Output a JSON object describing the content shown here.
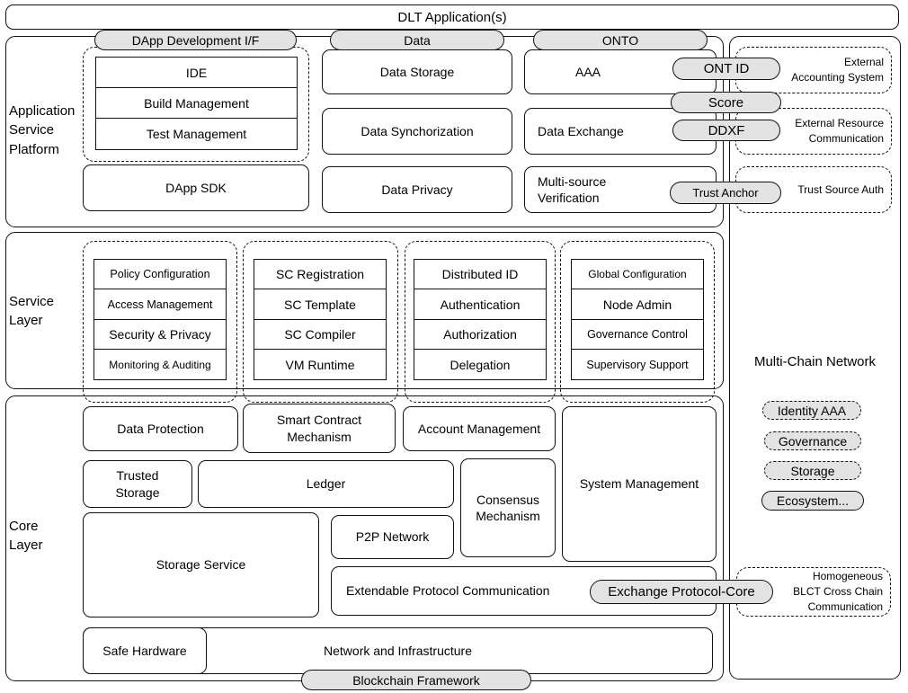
{
  "banner": {
    "title": "DLT Application(s)"
  },
  "tabs": {
    "dapp": "DApp Development I/F",
    "data": "Data",
    "onto": "ONTO"
  },
  "app_layer": {
    "label": "Application Service Platform",
    "dev_stack": [
      "IDE",
      "Build Management",
      "Test Management"
    ],
    "dapp_sdk": "DApp SDK",
    "data_storage": "Data Storage",
    "data_synchorization": "Data Synchorization",
    "data_privacy": "Data Privacy",
    "aaa": "AAA",
    "data_exchange": "Data Exchange",
    "multi_source_verification": "Multi-source Verification",
    "pills": {
      "ont_id": "ONT ID",
      "score": "Score",
      "ddxf": "DDXF",
      "trust_anchor": "Trust Anchor"
    }
  },
  "service_layer": {
    "label": "Service Layer",
    "groups": [
      {
        "items": [
          "Policy Configuration",
          "Access Management",
          "Security & Privacy",
          "Monitoring & Auditing"
        ]
      },
      {
        "items": [
          "SC Registration",
          "SC Template",
          "SC Compiler",
          "VM Runtime"
        ]
      },
      {
        "items": [
          "Distributed ID",
          "Authentication",
          "Authorization",
          "Delegation"
        ]
      },
      {
        "items": [
          "Global Configuration",
          "Node Admin",
          "Governance Control",
          "Supervisory Support"
        ]
      }
    ]
  },
  "core_layer": {
    "label": "Core Layer",
    "data_protection": "Data Protection",
    "smart_contract": "Smart Contract Mechanism",
    "account_management": "Account Management",
    "system_management": "System Management",
    "trusted_storage": "Trusted Storage",
    "ledger": "Ledger",
    "consensus": "Consensus Mechanism",
    "storage_service": "Storage Service",
    "p2p": "P2P Network",
    "extendable": "Extendable Protocol Communication",
    "safe_hardware": "Safe Hardware",
    "network_infrastructure": "Network and Infrastructure",
    "pills": {
      "exchange_protocol": "Exchange Protocol-Core",
      "blockchain_framework": "Blockchain Framework"
    }
  },
  "right_column": {
    "external_accounting": {
      "line1": "External",
      "line2": "Accounting System"
    },
    "external_resource": {
      "line1": "External Resource",
      "line2": "Communication"
    },
    "trust_source": "Trust Source Auth",
    "title": "Multi-Chain Network",
    "pills": [
      "Identity AAA",
      "Governance",
      "Storage",
      "Ecosystem..."
    ],
    "homogeneous": {
      "line1": "Homogeneous",
      "line2": "BLCT Cross Chain",
      "line3": "Communication"
    }
  },
  "colors": {
    "pill_fill": "#e3e3e3",
    "line": "#111111",
    "background": "#ffffff"
  }
}
